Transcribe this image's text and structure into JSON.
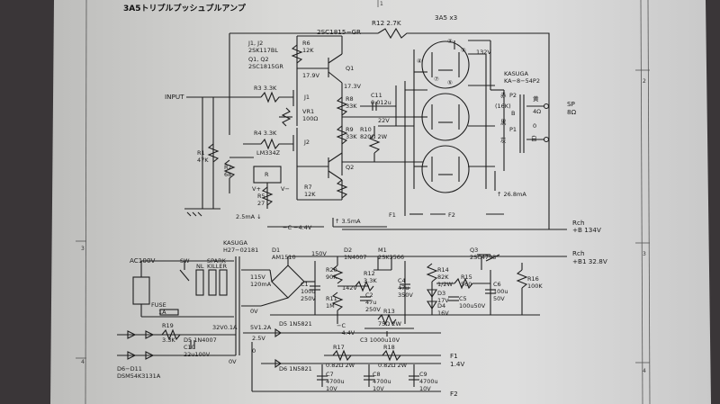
{
  "title": "3A5トリプルプッシュプルアンプ",
  "tube": "3A5 x3",
  "border": {
    "top_mark": "1",
    "right_marks": [
      "2",
      "3",
      "4"
    ],
    "left_marks": [
      "3",
      "4"
    ]
  },
  "labels": {
    "r12": "R12 2.7K",
    "j1j2": "J1, J2",
    "j1j2_part": "2SK117BL",
    "q1q2": "Q1, Q2",
    "q1q2_part": "2SC1815GR",
    "r6": "R6",
    "r6v": "12K",
    "q_top": "2SC1815−GR",
    "v179": "17.9V",
    "q1": "Q1",
    "v173": "17.3V",
    "input": "INPUT",
    "r3": "R3 3.3K",
    "j1": "J1",
    "vr1": "VR1",
    "vr1v": "100Ω",
    "r4": "R4 3.3K",
    "j2": "J2",
    "r1": "R1",
    "r1v": "47K",
    "r2": "R2",
    "r2v": "68",
    "lm": "LM334Z",
    "lm_r": "R",
    "lm_vp": "V+",
    "lm_vm": "V−",
    "r5": "R5",
    "r5v": "27",
    "i25": "2.5mA ↓",
    "c44": "−C −4.4V",
    "i35": "↑ 3.5mA",
    "r8": "R8",
    "r8v": "33K",
    "r9": "R9",
    "r9v": "33K",
    "r7": "R7",
    "r7v": "12K",
    "q2": "Q2",
    "c11": "C11",
    "c11v": "0.012u",
    "v22": "22V",
    "r10": "R10",
    "r10v": "820Ω 2W",
    "v132": "132V",
    "pin3": "③",
    "pin4": "④",
    "pin5": "⑤",
    "pin7": "⑦",
    "pin2": "②",
    "kasuga_top": "KASUGA",
    "ka_part": "KA−8−54P2",
    "aka": "赤",
    "p2": "P2",
    "k16": "(16K)",
    "b": "B",
    "kuro": "黒",
    "p1": "P1",
    "hai": "灰",
    "ki": "黄",
    "o4": "4Ω",
    "o0": "0",
    "shiro": "白",
    "sp": "SP",
    "sp8": "8Ω",
    "i268": "↑ 26.8mA",
    "f1a": "F1",
    "f2a": "F2",
    "rch1": "Rch",
    "b134": "+B 134V",
    "rch2": "Rch",
    "b328": "+B1 32.8V",
    "kasuga_b": "KASUGA",
    "h27": "H27−02181",
    "d1": "D1",
    "am1510": "AM1510",
    "v150": "150V",
    "d2": "D2",
    "n4007": "1N4007",
    "m1": "M1",
    "k3566": "2SK3566",
    "q3": "Q3",
    "c4793": "2SC4793",
    "ac100": "AC100V",
    "sw": "SW",
    "nl": "NL",
    "spark": "SPARK",
    "killer": "KILLER",
    "v115": "115V",
    "ma120": "120mA",
    "v0a": "0V",
    "fuse": "FUSE",
    "fuse1a": "1A",
    "r20": "R20",
    "r20v": "90K",
    "v142": "142V",
    "r11": "R11",
    "r11v": "1M",
    "c1": "C1",
    "c1v": "100u",
    "c1vv": "250V",
    "r12b": "R12",
    "r12bv": "3.3K",
    "c2": "C2",
    "c2v": "47u",
    "c2vv": "250V",
    "c4": "C4",
    "c4v": "47u",
    "c4vv": "350V",
    "r14": "R14",
    "r14v": "82K",
    "r14w": "1/2W",
    "r15": "R15",
    "r15v": "560",
    "d3": "D3",
    "d3v": "17V",
    "d4": "D4",
    "d4v": "16V",
    "c5": "C5",
    "c5v": "100u50V",
    "c6": "C6",
    "c6v": "100u",
    "c6vv": "50V",
    "r16": "R16",
    "r16v": "100K",
    "r13": "R13",
    "r13v": "75Ω 2W",
    "c3": "C3 1000u10V",
    "cm44": "−C",
    "cm44v": "−4.4V",
    "r19": "R19",
    "r19v": "3.3K",
    "d5": "D5 1N4007",
    "c10": "C10",
    "c10v": "22u100V",
    "v32": "32V0.1A",
    "v5": "5V1.2A",
    "d5n": "D5 1N5821",
    "v25": "2.5V",
    "v0b": "0V",
    "v0c": "0",
    "d6n": "D6 1N5821",
    "d6d11": "D6−D11",
    "dsm": "DSM54K3131A",
    "r17": "R17",
    "r17v": "0.82Ω 2W",
    "r18": "R18",
    "r18v": "0.82Ω 2W",
    "c7": "C7",
    "c7v": "4700u",
    "c7vv": "10V",
    "c8": "C8",
    "c8v": "4700u",
    "c8vv": "10V",
    "c9": "C9",
    "c9v": "4700u",
    "c9vv": "10V",
    "f1b": "F1",
    "v14": "1.4V",
    "f2b": "F2"
  }
}
